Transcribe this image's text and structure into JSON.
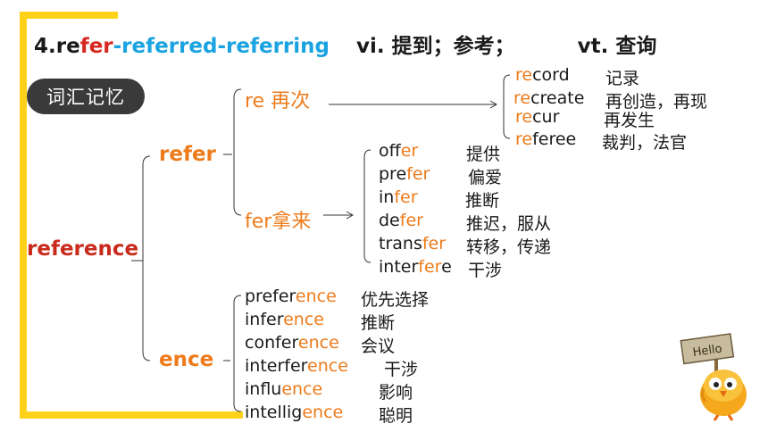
{
  "title": {
    "prefix": "4.re",
    "fer": "fer",
    "rest": "-referred-referring",
    "pos1": "vi. 提到；参考；",
    "pos2": "vt. 查询"
  },
  "badge": "词汇记忆",
  "root": "reference",
  "branch_refer": "refer",
  "branch_ence": "ence",
  "sub_re": "re 再次",
  "sub_fer": "fer拿来",
  "re_words": [
    {
      "pre": "re",
      "post": "cord",
      "meaning": "记录"
    },
    {
      "pre": "re",
      "post": "create",
      "meaning": "再创造，再现"
    },
    {
      "pre": "re",
      "post": "cur",
      "meaning": "再发生"
    },
    {
      "pre": "re",
      "post": "feree",
      "meaning": "裁判，法官"
    }
  ],
  "fer_words": [
    {
      "pre": "of",
      "mid": "fer",
      "post": "",
      "meaning": "提供"
    },
    {
      "pre": "pre",
      "mid": "fer",
      "post": "",
      "meaning": "偏爱"
    },
    {
      "pre": "in",
      "mid": "fer",
      "post": "",
      "meaning": "推断"
    },
    {
      "pre": "de",
      "mid": "fer",
      "post": "",
      "meaning": "推迟，服从"
    },
    {
      "pre": "trans",
      "mid": "fer",
      "post": "",
      "meaning": "转移，传递"
    },
    {
      "pre": "inter",
      "mid": "fer",
      "post": "e",
      "meaning": "干涉"
    }
  ],
  "ence_words": [
    {
      "pre": "prefer",
      "suf": "ence",
      "meaning": "优先选择"
    },
    {
      "pre": "infer",
      "suf": "ence",
      "meaning": "推断"
    },
    {
      "pre": "confer",
      "suf": "ence",
      "meaning": "会议"
    },
    {
      "pre": "interfer",
      "suf": "ence",
      "meaning": "干涉"
    },
    {
      "pre": "influ",
      "suf": "ence",
      "meaning": "影响"
    },
    {
      "pre": "intellig",
      "suf": "ence",
      "meaning": "聪明"
    }
  ],
  "sign_text": "Hello",
  "colors": {
    "accent": "#ee7b1b",
    "red": "#c92a1c",
    "blue": "#1aa3e0",
    "frame": "#ffd21a"
  }
}
